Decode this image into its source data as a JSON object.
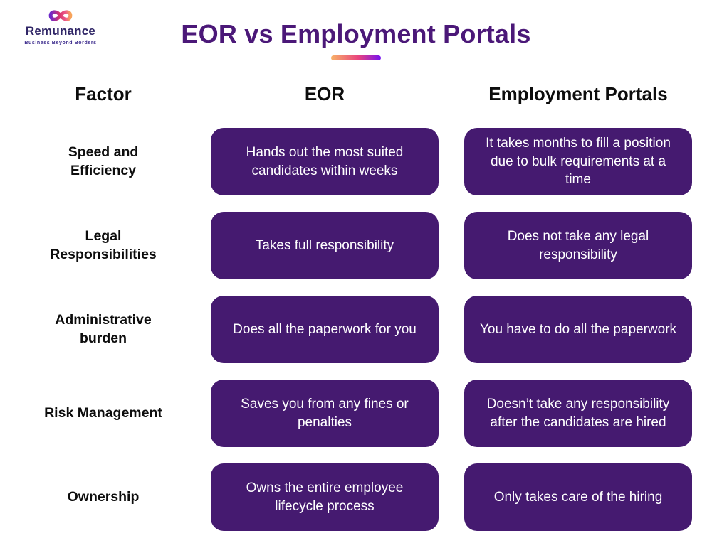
{
  "logo": {
    "icon": "infinity-icon",
    "brand": "Remunance",
    "tagline": "Business Beyond Borders"
  },
  "header": {
    "title": "EOR vs Employment Portals"
  },
  "table": {
    "columns": [
      "Factor",
      "EOR",
      "Employment Portals"
    ],
    "rows": [
      {
        "factor": "Speed and Efficiency",
        "eor": "Hands out the most suited candidates within weeks",
        "portals": "It takes months to fill a position due to bulk requirements at a time"
      },
      {
        "factor": "Legal Responsibilities",
        "eor": "Takes full responsibility",
        "portals": "Does not take any legal responsibility"
      },
      {
        "factor": "Administrative burden",
        "eor": "Does all the paperwork for you",
        "portals": "You have to do all the paperwork"
      },
      {
        "factor": "Risk Management",
        "eor": "Saves you from any fines or penalties",
        "portals": "Doesn’t take any responsibility after the candidates are hired"
      },
      {
        "factor": "Ownership",
        "eor": "Owns the entire employee lifecycle process",
        "portals": "Only takes care of the hiring"
      }
    ]
  },
  "colors": {
    "box_purple": "#451a70",
    "title_purple": "#4b1878",
    "accent_gradient_start": "#f8b267",
    "accent_gradient_mid": "#e8437e",
    "accent_gradient_end": "#7612f0"
  }
}
